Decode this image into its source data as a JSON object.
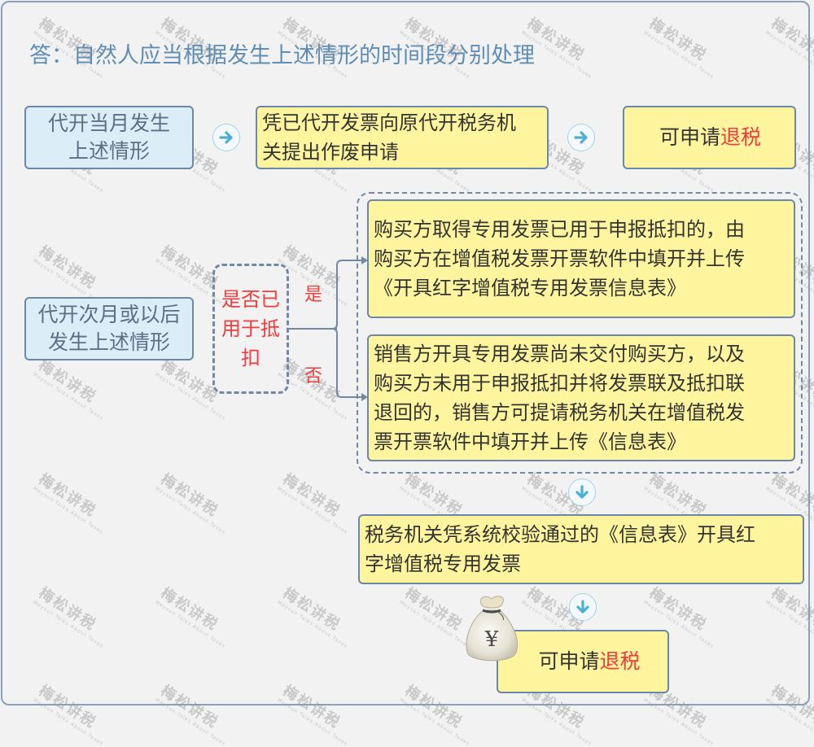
{
  "title": "答：自然人应当根据发生上述情形的时间段分别处理",
  "row1": {
    "condition": "代开当月发生上述情形",
    "condition_lines": [
      "代开当月发生",
      "上述情形"
    ],
    "action": "凭已代开发票向原代开税务机关提出作废申请",
    "action_lines": [
      "凭已代开发票向原代开税务机",
      "关提出作废申请"
    ],
    "result_prefix": "可申请",
    "result_highlight": "退税"
  },
  "row2": {
    "condition": "代开次月或以后发生上述情形",
    "condition_lines": [
      "代开次月或以后",
      "发生上述情形"
    ],
    "decision": "是否已用于抵扣",
    "decision_lines": [
      "是否已",
      "用于抵",
      "扣"
    ],
    "yes_label": "是",
    "no_label": "否",
    "yes_branch": "购买方取得专用发票已用于申报抵扣的，由购买方在增值税发票开票软件中填开并上传《开具红字增值税专用发票信息表》",
    "yes_branch_lines": [
      "购买方取得专用发票已用于申报抵扣的，由",
      "购买方在增值税发票开票软件中填开并上传",
      "《开具红字增值税专用发票信息表》"
    ],
    "no_branch": "销售方开具专用发票尚未交付购买方，以及购买方未用于申报抵扣并将发票联及抵扣联退回的，销售方可提请税务机关在增值税发票开票软件中填开并上传《信息表》",
    "no_branch_lines": [
      "销售方开具专用发票尚未交付购买方，以及",
      "购买方未用于申报抵扣并将发票联及抵扣联",
      "退回的，销售方可提请税务机关在增值税发",
      "票开票软件中填开并上传《信息表》"
    ],
    "issue_step": "税务机关凭系统校验通过的《信息表》开具红字增值税专用发票",
    "issue_step_lines": [
      "税务机关凭系统校验通过的《信息表》开具红",
      "字增值税专用发票"
    ],
    "result_prefix": "可申请",
    "result_highlight": "退税"
  },
  "icons": {
    "arrow_right": "→",
    "arrow_down": "↓",
    "money_bag_symbol": "¥"
  },
  "watermark": {
    "text": "梅松讲税",
    "subtext": "Meysun Talks About Taxes"
  },
  "colors": {
    "background": "#f2f2f2",
    "title": "#5e8db5",
    "blue_box": "#dbeef8",
    "yellow_box": "#fff59e",
    "border": "#6d87a6",
    "highlight_red": "#f03c3c",
    "arrow_icon": "#4aaed6"
  }
}
